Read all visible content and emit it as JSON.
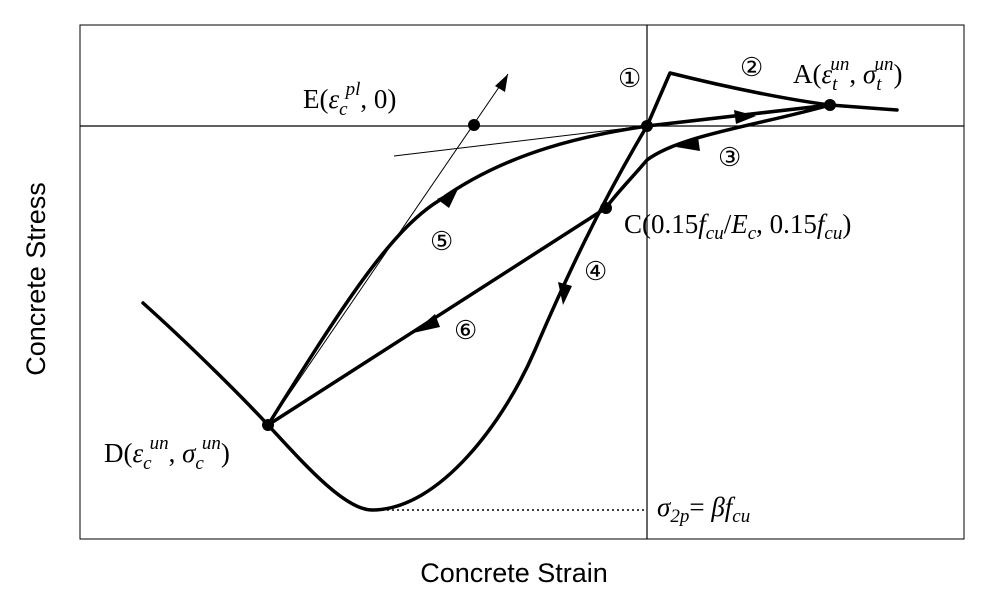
{
  "axes": {
    "x_title": "Concrete Strain",
    "y_title": "Concrete Stress"
  },
  "points": {
    "A": {
      "pre": "A(",
      "sym1": "ε",
      "sub1": "t",
      "sup1": "un",
      "sep": ", ",
      "sym2": "σ",
      "sub2": "t",
      "sup2": "un",
      "post": ")"
    },
    "C": {
      "pre": "C(0.15",
      "f1": "f",
      "f1sub": "cu",
      "mid": "/",
      "e": "E",
      "esub": "c",
      "sep": ", 0.15",
      "f2": "f",
      "f2sub": "cu",
      "post": ")"
    },
    "D": {
      "pre": "D(",
      "sym1": "ε",
      "sub1": "c",
      "sup1": "un",
      "sep": ", ",
      "sym2": "σ",
      "sub2": "c",
      "sup2": "un",
      "post": ")"
    },
    "E": {
      "pre": "E(",
      "sym1": "ε",
      "sub1": "c",
      "sup1": "pl",
      "post": ", 0)"
    }
  },
  "peak_label": {
    "sym": "σ",
    "sub": "2p",
    "eq": "= ",
    "beta": "β",
    "f": "f",
    "fsub": "cu"
  },
  "path_numbers": [
    "①",
    "②",
    "③",
    "④",
    "⑤",
    "⑥"
  ]
}
